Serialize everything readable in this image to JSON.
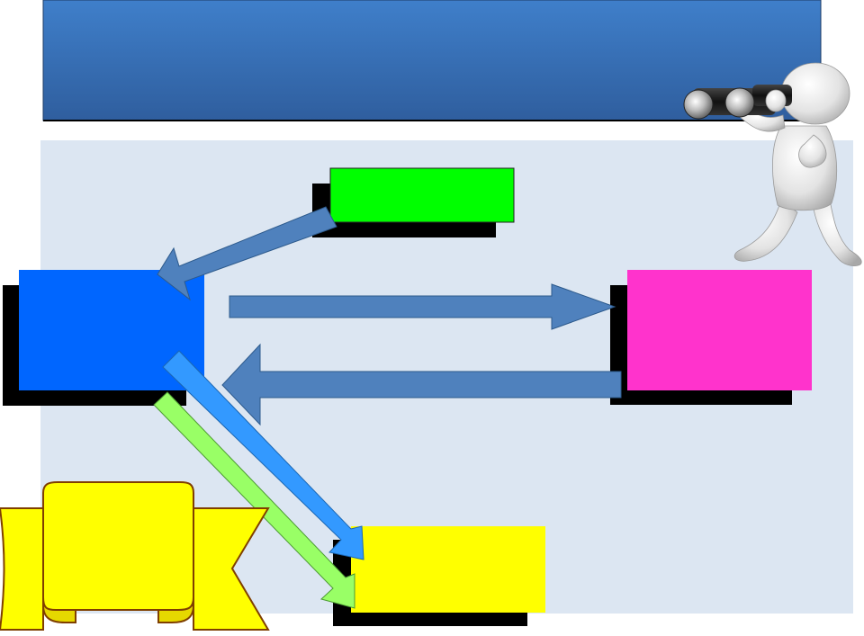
{
  "slide": {
    "title": "",
    "colors": {
      "header_top": "#3f7fca",
      "header_bottom": "#2f5e9e",
      "panel": "#dce6f2",
      "shadow": "#000000",
      "box_green": "#00ff00",
      "box_blue": "#0066ff",
      "box_magenta": "#ff33cc",
      "box_yellow": "#ffff00",
      "arrow_steel": "#4f81bd",
      "arrow_sky": "#3399ff",
      "arrow_lime": "#99ff66",
      "banner_fill": "#ffff00",
      "banner_stroke": "#7f3f00"
    }
  },
  "diagram": {
    "nodes": [
      {
        "id": "green",
        "label": "",
        "color": "#00ff00"
      },
      {
        "id": "blue",
        "label": "",
        "color": "#0066ff"
      },
      {
        "id": "magenta",
        "label": "",
        "color": "#ff33cc"
      },
      {
        "id": "yellow",
        "label": "",
        "color": "#ffff00"
      }
    ],
    "edges": [
      {
        "from": "green",
        "to": "blue"
      },
      {
        "from": "blue",
        "to": "magenta"
      },
      {
        "from": "magenta",
        "to": "blue"
      },
      {
        "from": "blue",
        "to": "yellow"
      },
      {
        "from": "blue",
        "to": "yellow"
      }
    ]
  },
  "banner": {
    "text": ""
  },
  "figure": {
    "icon": "person-with-binoculars-icon"
  }
}
